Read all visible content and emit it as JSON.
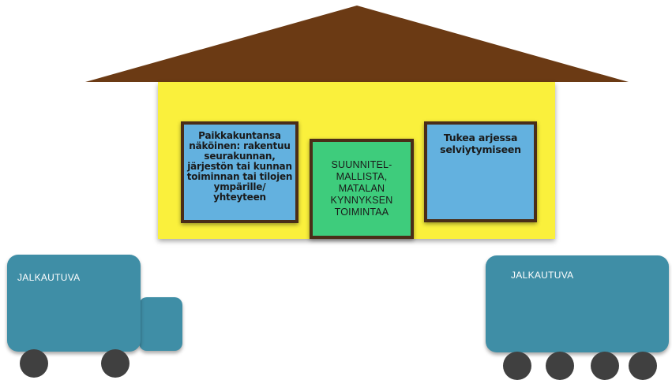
{
  "house": {
    "left_box_text": "Paikkakuntansa näköinen: rakentuu seurakunnan, järjestön tai kunnan toiminnan tai tilojen ympärille/ yhteyteen",
    "middle_box_text": "SUUNNITEL-\nMALLISTA,\nMATALAN\nKYNNYKSEN\nTOIMINTAA",
    "right_box_text": "Tukea arjessa selviytymiseen"
  },
  "trucks": {
    "left_label": "JALKAUTUVA",
    "right_label": "JALKAUTUVA"
  },
  "colors": {
    "roof": "#6b3a14",
    "wall": "#faf03c",
    "blue_box": "#63b1df",
    "green_box": "#3ecc7c",
    "truck": "#3f8ea6",
    "wheel": "#404040"
  }
}
